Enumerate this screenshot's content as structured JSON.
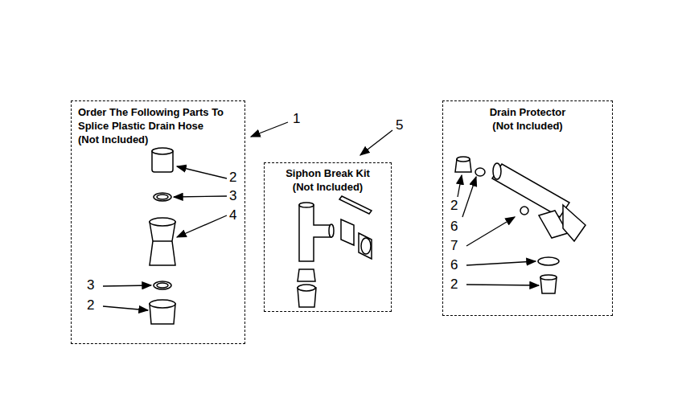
{
  "diagram": {
    "nodes": [
      {
        "text": [
          "Order The Following Parts To Splice Plastic Drain Hose",
          "(Not Included)"
        ]
      },
      {
        "text": [
          "Siphon Break Kit",
          "(Not Included)"
        ]
      },
      {
        "text": [
          "Drain Protector",
          "(Not Included)"
        ]
      }
    ],
    "labels": [
      "1",
      "2",
      "3",
      "4",
      "3",
      "2",
      "5",
      "2",
      "6",
      "7",
      "6",
      "2"
    ]
  }
}
